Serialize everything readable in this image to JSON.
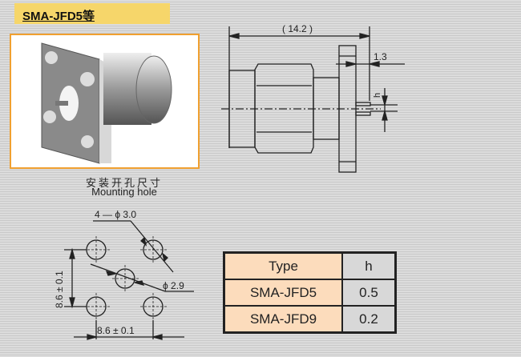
{
  "title": "SMA-JFD5等",
  "caption": {
    "cn": "安装开孔尺寸",
    "en": "Mounting hole"
  },
  "dims": {
    "overall": "( 14.2 )",
    "flange": "1.3",
    "pin_offset": "h",
    "holes": "4 — ϕ 3.0",
    "center": "ϕ 2.9",
    "vertical": "8.6 ± 0.1",
    "horizontal": "8.6 ± 0.1"
  },
  "table": {
    "headers": [
      "Type",
      "h"
    ],
    "rows": [
      [
        "SMA-JFD5",
        "0.5"
      ],
      [
        "SMA-JFD9",
        "0.2"
      ]
    ]
  }
}
